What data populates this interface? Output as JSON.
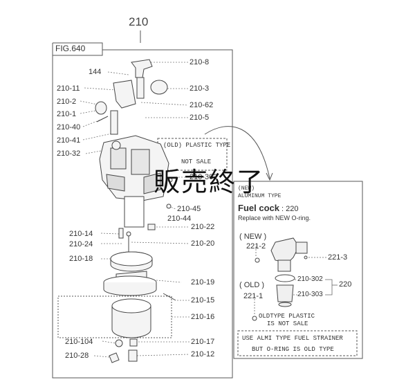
{
  "header": {
    "number": "210",
    "fig": "FIG.640"
  },
  "left_labels": [
    {
      "id": "l-144",
      "text": "144"
    },
    {
      "id": "l-210-11",
      "text": "210-11"
    },
    {
      "id": "l-210-2",
      "text": "210-2"
    },
    {
      "id": "l-210-1",
      "text": "210-1"
    },
    {
      "id": "l-210-40",
      "text": "210-40"
    },
    {
      "id": "l-210-41",
      "text": "210-41"
    },
    {
      "id": "l-210-32",
      "text": "210-32"
    },
    {
      "id": "l-210-14",
      "text": "210-14"
    },
    {
      "id": "l-210-24",
      "text": "210-24"
    },
    {
      "id": "l-210-18",
      "text": "210-18"
    },
    {
      "id": "l-210-104",
      "text": "210-104"
    },
    {
      "id": "l-210-28",
      "text": "210-28"
    }
  ],
  "right_labels": [
    {
      "id": "r-210-8",
      "text": "210-8"
    },
    {
      "id": "r-210-3",
      "text": "210-3"
    },
    {
      "id": "r-210-62",
      "text": "210-62"
    },
    {
      "id": "r-210-5",
      "text": "210-5"
    },
    {
      "id": "r-210-302",
      "text": "210-302"
    },
    {
      "id": "r-210-45",
      "text": "210-45"
    },
    {
      "id": "r-210-44",
      "text": "210-44"
    },
    {
      "id": "r-210-22",
      "text": "210-22"
    },
    {
      "id": "r-210-20",
      "text": "210-20"
    },
    {
      "id": "r-210-19",
      "text": "210-19"
    },
    {
      "id": "r-210-15",
      "text": "210-15"
    },
    {
      "id": "r-210-16",
      "text": "210-16"
    },
    {
      "id": "r-210-17",
      "text": "210-17"
    },
    {
      "id": "r-210-12",
      "text": "210-12"
    }
  ],
  "old_box": {
    "line1": "(OLD) PLASTIC TYPE",
    "line2": "NOT SALE"
  },
  "new_panel": {
    "tag": "(NEW)",
    "type": "ALUMINUM TYPE",
    "fuel_cock_label": "Fuel cock",
    "fuel_cock_num": ": 220",
    "replace_note": "Replace with NEW O-ring.",
    "new_tag": "( NEW )",
    "n221_2": "221-2",
    "n221_3": "221-3",
    "old_tag": "( OLD )",
    "n221_1": "221-1",
    "n210_302": "210-302",
    "n210_303": "210-303",
    "n220": "220",
    "old_note1": "OLDTYPE PLASTIC",
    "old_note2": "IS NOT SALE",
    "strainer1": "USE ALMI TYPE FUEL STRAINER",
    "strainer2": "BUT O-RING IS OLD TYPE"
  },
  "stamp": "販売終了"
}
